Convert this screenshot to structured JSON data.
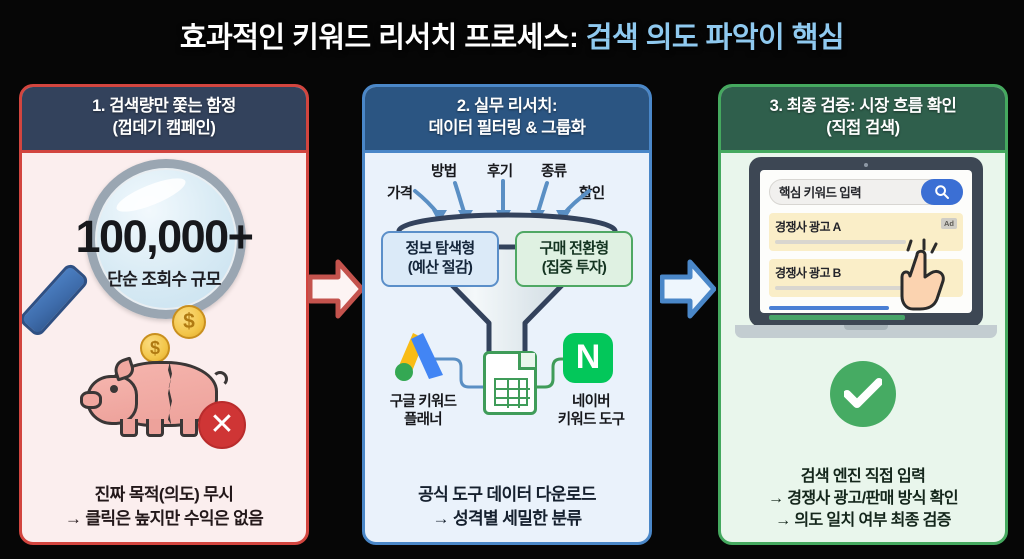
{
  "title": {
    "main": "효과적인 키워드 리서치 프로세스: ",
    "accent": "검색 의도 파악이 핵심",
    "accent_color": "#8fc9ef"
  },
  "panels": [
    {
      "id": "panel-1",
      "heading_line1": "1. 검색량만 쫓는 함정",
      "heading_line2": "(껍데기 캠페인)",
      "accent_color": "#d2453f",
      "header_bg": "#33425c",
      "body_bg": "#fbeeee",
      "metric_value": "100,000+",
      "metric_caption": "단순 조회수 규모",
      "badge": "✕",
      "footer_line1": "진짜 목적(의도) 무시",
      "footer_line2": "→ 클릭은 높지만 수익은 없음"
    },
    {
      "id": "panel-2",
      "heading_line1": "2. 실무 리서치:",
      "heading_line2": "데이터 필터링 & 그룹화",
      "accent_color": "#4a87c8",
      "header_bg": "#2b5582",
      "body_bg": "#eaf2fb",
      "funnel_inputs": [
        "가격",
        "방법",
        "후기",
        "종류",
        "할인"
      ],
      "segments": [
        {
          "line1": "정보 탐색형",
          "line2": "(예산 절감)",
          "color": "#5b8fc9"
        },
        {
          "line1": "구매 전환형",
          "line2": "(집중 투자)",
          "color": "#4fa864"
        }
      ],
      "tools": [
        {
          "name": "google-ads-keyword-planner",
          "line1": "구글 키워드",
          "line2": "플래너"
        },
        {
          "name": "naver-keyword-tool",
          "line1": "네이버",
          "line2": "키워드 도구",
          "logo_text": "N",
          "logo_color": "#03c75a"
        }
      ],
      "sheet_icon": "spreadsheet-icon",
      "footer_line1": "공식 도구 데이터 다운로드",
      "footer_line2": "→ 성격별 세밀한 분류"
    },
    {
      "id": "panel-3",
      "heading_line1": "3. 최종 검증: 시장 흐름 확인",
      "heading_line2": "(직접 검색)",
      "accent_color": "#45a95f",
      "header_bg": "#2f5f4c",
      "body_bg": "#e9f6ec",
      "search_value": "핵심 키워드 입력",
      "search_button_color": "#3b6fd4",
      "results": [
        {
          "title": "경쟁사 광고 A",
          "badge": "Ad"
        },
        {
          "title": "경쟁사 광고 B",
          "badge": ""
        }
      ],
      "check_mark": "✓",
      "footer_line1": "검색 엔진 직접 입력",
      "footer_line2": "→ 경쟁사 광고/판매 방식 확인",
      "footer_line3": "→ 의도 일치 여부 최종 검증"
    }
  ],
  "arrows": [
    {
      "name": "arrow-step1-to-step2",
      "color": "#c4534d"
    },
    {
      "name": "arrow-step2-to-step3",
      "color": "#4a87c8"
    }
  ]
}
